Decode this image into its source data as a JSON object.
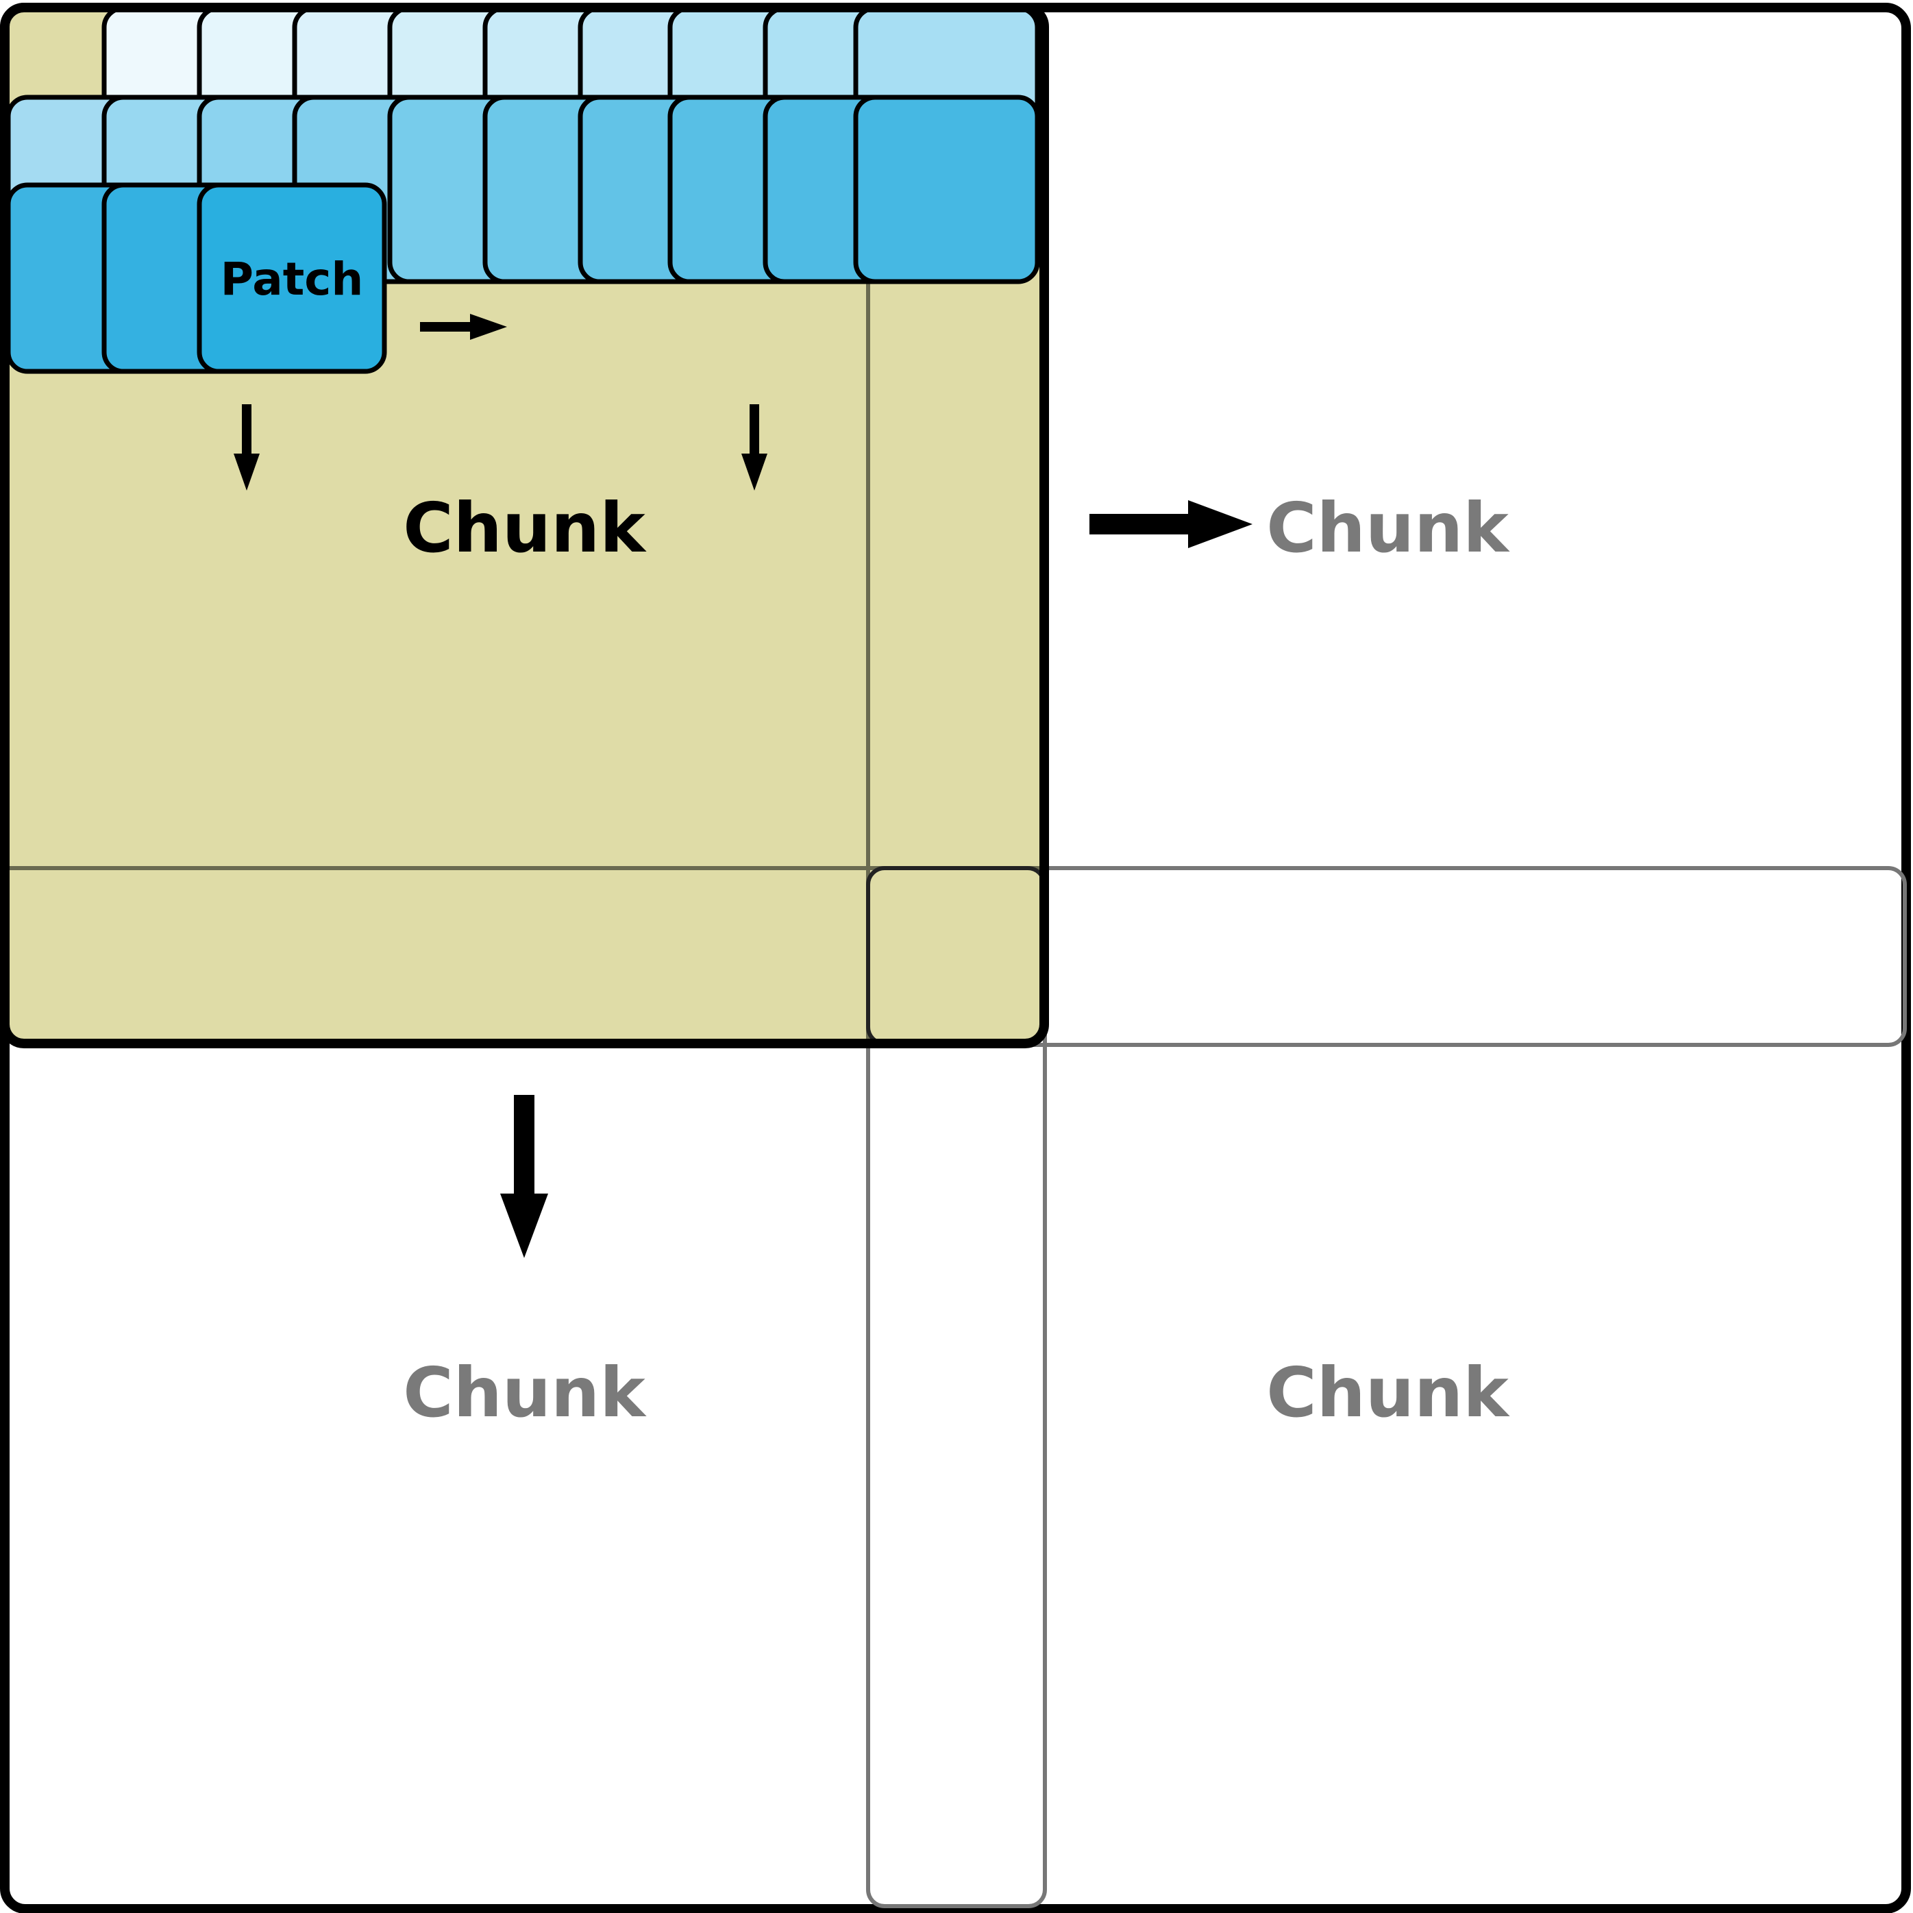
{
  "labels": {
    "patch": "Patch",
    "chunk_main": "Chunk",
    "chunk_right": "Chunk",
    "chunk_bottom": "Chunk",
    "chunk_bottom_right": "Chunk"
  },
  "colors": {
    "background": "#ffffff",
    "active_chunk_fill": "#dfdca7",
    "stroke": "#000000",
    "inactive_stroke": "#777777",
    "inactive_text": "#7a7a7a",
    "patch_fill": "#29afe0",
    "patch_row_1": [
      "#eef9fd",
      "#e5f6fc",
      "#dcf2fb",
      "#d3eff9",
      "#c9ebf8",
      "#bfe7f7",
      "#b6e4f5",
      "#ade1f4",
      "#a7def3"
    ],
    "patch_row_2": [
      "#a4dbf2",
      "#98d8f1",
      "#8cd3ef",
      "#81cfed",
      "#77cceb",
      "#6cc8e9",
      "#62c3e7",
      "#58bfe5",
      "#4fbbe4",
      "#46b8e3"
    ],
    "patch_row_3": [
      "#3db4e2",
      "#34b1e1",
      "#29afe0"
    ]
  }
}
